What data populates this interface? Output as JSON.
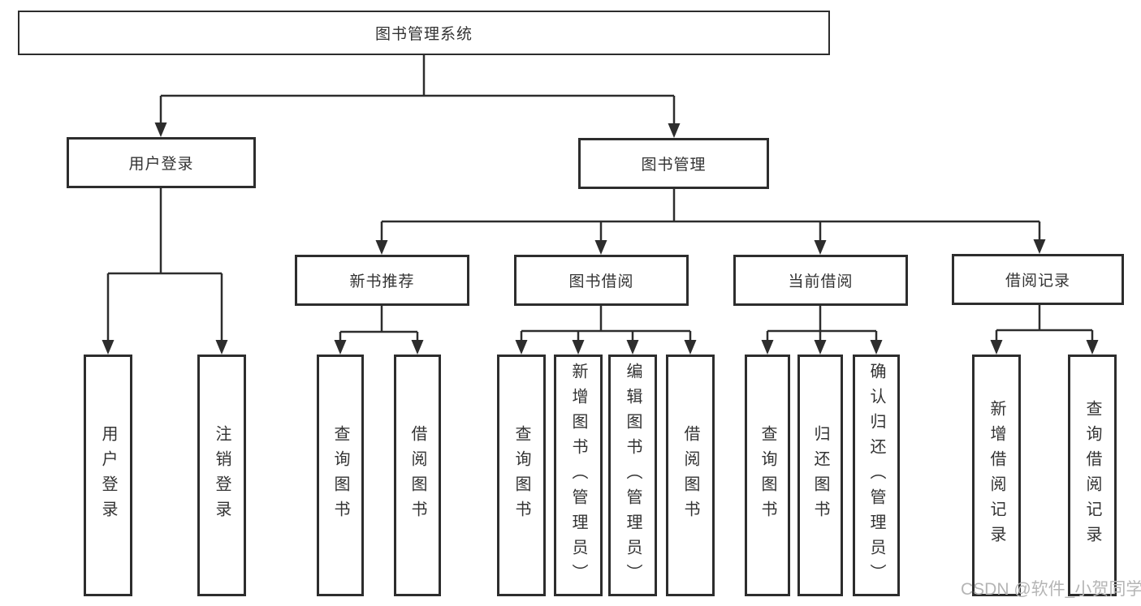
{
  "diagram": {
    "title": "图书管理系统",
    "level2": {
      "user_login": "用户登录",
      "book_mgmt": "图书管理"
    },
    "level3": {
      "new_books": "新书推荐",
      "book_borrow": "图书借阅",
      "current_borrow": "当前借阅",
      "borrow_records": "借阅记录"
    },
    "leaves": {
      "user_login_leaf": "用户登录",
      "logout": "注销登录",
      "nb_query_books": "查询图书",
      "nb_borrow_books": "借阅图书",
      "bb_query_books": "查询图书",
      "bb_add_books": "新增图书（管理员）",
      "bb_edit_books": "编辑图书（管理员）",
      "bb_borrow_books": "借阅图书",
      "cb_query_books": "查询图书",
      "cb_return_books": "归还图书",
      "cb_confirm_return": "确认归还（管理员）",
      "br_add_record": "新增借阅记录",
      "br_query_record": "查询借阅记录"
    }
  },
  "watermark": "CSDN @软件_小贺同学",
  "colors": {
    "line": "#2d2d2d",
    "text": "#333333",
    "background": "#ffffff",
    "watermark": "#b5b5b5"
  }
}
